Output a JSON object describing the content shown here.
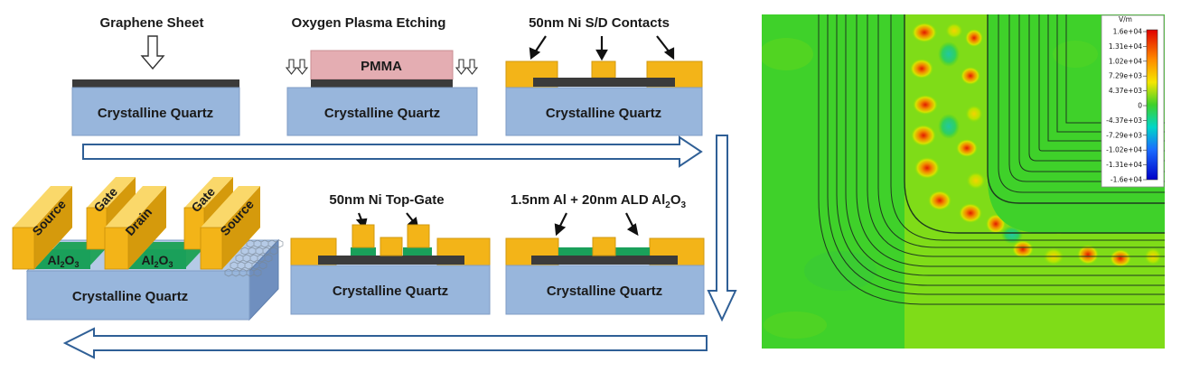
{
  "colors": {
    "quartz": "#98b6dc",
    "quartz_edge": "#7f9cc6",
    "graphene": "#3b3b3b",
    "pmma": "#e4adb2",
    "metal": "#f3b418",
    "oxide": "#1aa05a",
    "arrow": "#2f5f96",
    "field_bg": "#3fd12a"
  },
  "step1": {
    "title": "Graphene Sheet",
    "substrate": "Crystalline Quartz"
  },
  "step2": {
    "title": "Oxygen Plasma Etching",
    "mask": "PMMA",
    "substrate": "Crystalline Quartz"
  },
  "step3": {
    "title": "50nm Ni S/D Contacts",
    "substrate": "Crystalline Quartz"
  },
  "step4": {
    "title_main": "1.5nm Al + 20nm ALD Al",
    "title_sub": "2",
    "title_o": "O",
    "title_sub2": "3",
    "substrate": "Crystalline Quartz"
  },
  "step5": {
    "title": "50nm Ni Top-Gate",
    "substrate": "Crystalline Quartz"
  },
  "device": {
    "substrate": "Crystalline Quartz",
    "labels": [
      "Source",
      "Gate",
      "Drain",
      "Gate",
      "Source"
    ],
    "oxide_main": "Al",
    "oxide_sub1": "2",
    "oxide_o": "O",
    "oxide_sub2": "3"
  },
  "colorbar": {
    "unit": "V/m",
    "ticks": [
      "1.6e+04",
      "1.31e+04",
      "1.02e+04",
      "7.29e+03",
      "4.37e+03",
      "0",
      "-4.37e+03",
      "-7.29e+03",
      "-1.02e+04",
      "-1.31e+04",
      "-1.6e+04"
    ]
  }
}
